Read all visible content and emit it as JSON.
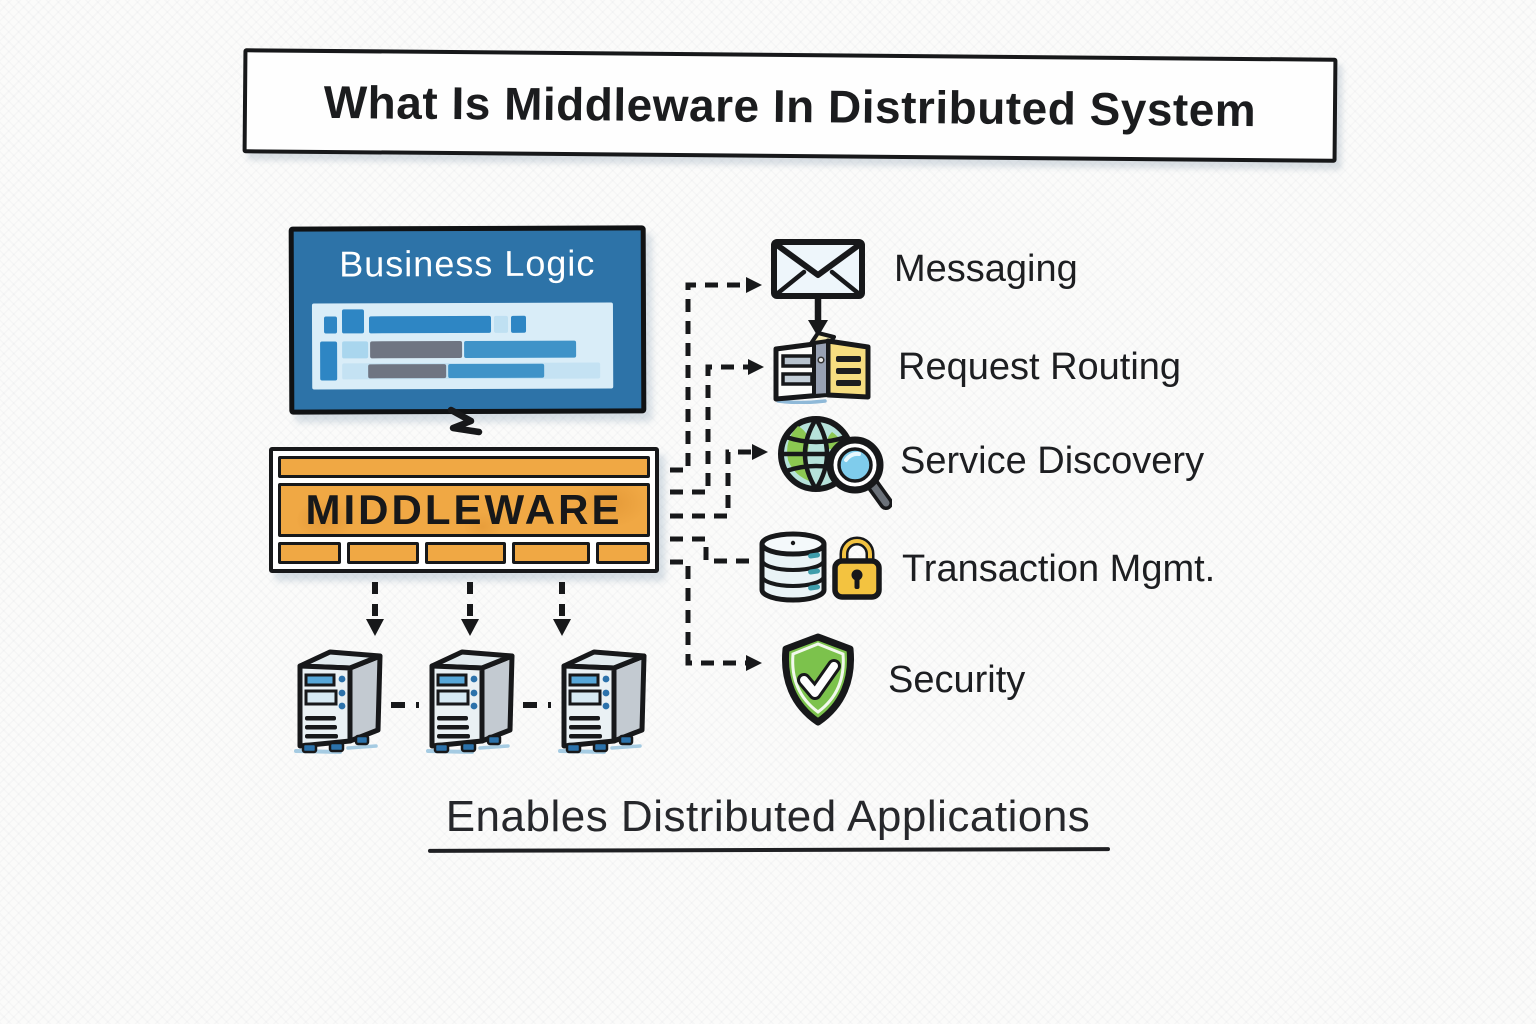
{
  "title": "What Is Middleware In Distributed System",
  "layers": {
    "business_logic_label": "Business Logic",
    "middleware_label": "MIDDLEWARE"
  },
  "features": [
    {
      "label": "Messaging",
      "icon": "envelope-icon"
    },
    {
      "label": "Request Routing",
      "icon": "router-icon"
    },
    {
      "label": "Service Discovery",
      "icon": "globe-search-icon"
    },
    {
      "label": "Transaction Mgmt.",
      "icon": "database-lock-icon"
    },
    {
      "label": "Security",
      "icon": "shield-check-icon"
    }
  ],
  "servers": {
    "count": 3,
    "icon": "server-icon"
  },
  "footer": {
    "caption": "Enables Distributed Applications"
  },
  "colors": {
    "ink": "#17181a",
    "business_logic_blue": "#2d73a8",
    "middleware_orange": "#f0a844",
    "shield_green": "#7cc24c",
    "lock_yellow": "#f3c340",
    "globe_green": "#8cc851",
    "globe_teal": "#b6e2da",
    "code_panel_blue": "#d9edf8"
  }
}
